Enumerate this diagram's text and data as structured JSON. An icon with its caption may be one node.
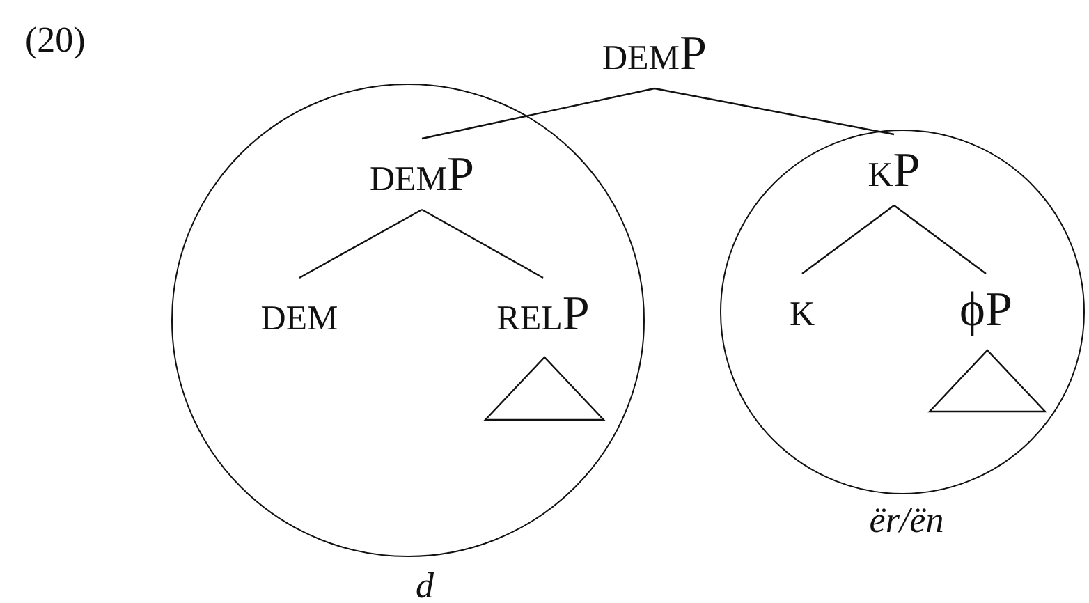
{
  "diagram": {
    "nodes": [
      {
        "text": [
          "demP"
        ]
      },
      {
        "text": [],
        "shape": "circle",
        "beside": [
          "d"
        ]
      },
      {
        "text": [
          "demP"
        ],
        "in": 1
      },
      {
        "text": [
          "dem"
        ],
        "in": 1
      },
      {
        "text": [
          "relP"
        ],
        "in": 1
      },
      {
        "text": [],
        "shape": "triangle",
        "in": 1
      },
      {
        "text": [],
        "shape": "circle",
        "beside": [
          "ër/ën"
        ]
      },
      {
        "text": [
          "kP"
        ],
        "in": 6
      },
      {
        "text": [
          "k"
        ],
        "in": 6
      },
      {
        "text": [
          "ϕP"
        ],
        "in": 6
      },
      {
        "text": [],
        "shape": "triangle",
        "in": 6
      }
    ],
    "edges": [
      {
        "from": 0,
        "to": 2,
        "arrow": "none"
      },
      {
        "from": 0,
        "to": 7,
        "arrow": "none"
      },
      {
        "from": 2,
        "to": 3,
        "arrow": "none"
      },
      {
        "from": 2,
        "to": 4,
        "arrow": "none"
      },
      {
        "from": 7,
        "to": 8,
        "arrow": "none"
      },
      {
        "from": 7,
        "to": 9,
        "arrow": "none"
      }
    ],
    "labels": [
      "(20)"
    ]
  }
}
